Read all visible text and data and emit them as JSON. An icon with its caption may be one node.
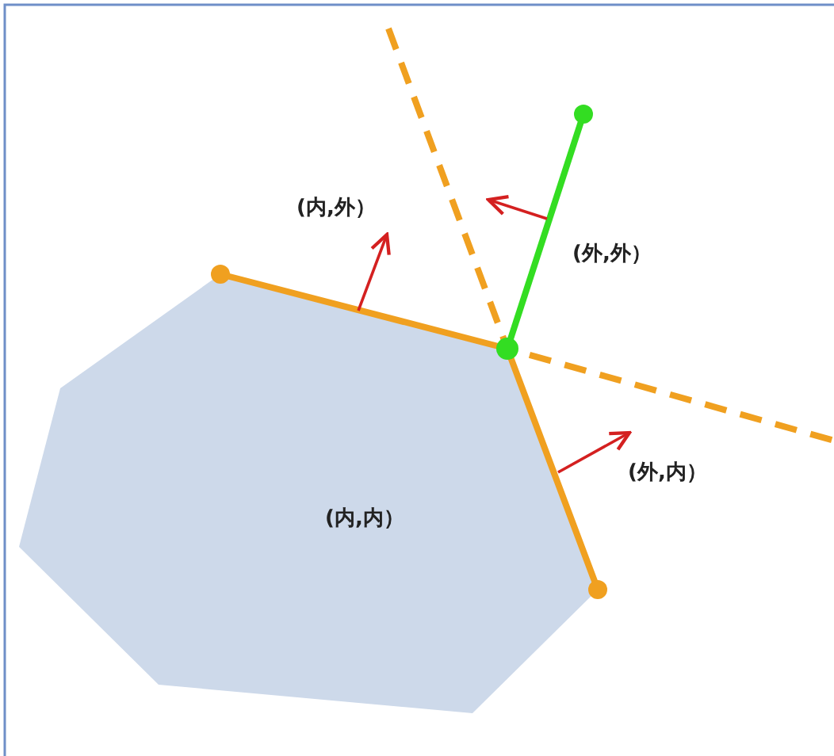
{
  "diagram": {
    "nodes": [
      {
        "text": [
          "(内,内）"
        ]
      }
    ],
    "labels": [
      "(内,外）",
      "(外,外）",
      "(外,内）"
    ]
  }
}
